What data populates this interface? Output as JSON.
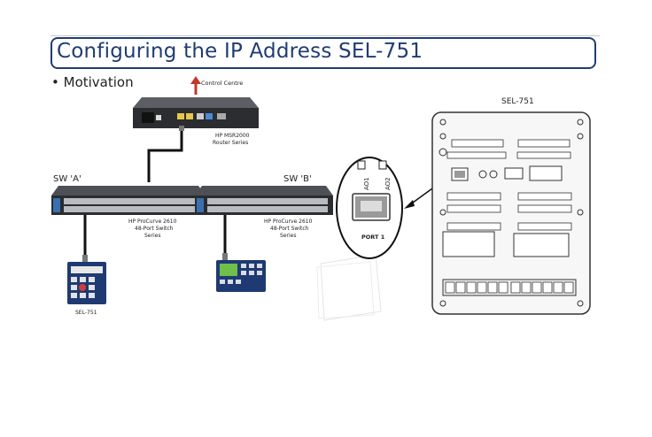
{
  "slide": {
    "title": "Configuring the IP Address SEL-751",
    "bullet": "Motivation"
  },
  "diagram": {
    "control_centre": "Control Centre",
    "router": {
      "line1": "HP MSR2000",
      "line2": "Router Series"
    },
    "switch_a": {
      "name": "SW 'A'",
      "line1": "HP ProCurve 2610",
      "line2": "48-Port Switch",
      "line3": "Series"
    },
    "switch_b": {
      "name": "SW 'B'",
      "line1": "HP ProCurve 2610",
      "line2": "48-Port Switch",
      "line3": "Series"
    },
    "relay_a_label": "SEL-751",
    "panel_title": "SEL-751",
    "zoom": {
      "ao1": "AO1",
      "ao2": "AO2",
      "port_label": "PORT 1"
    }
  },
  "colors": {
    "title": "#1f3c73",
    "arrow": "#c0392b",
    "cable": "#111111"
  }
}
